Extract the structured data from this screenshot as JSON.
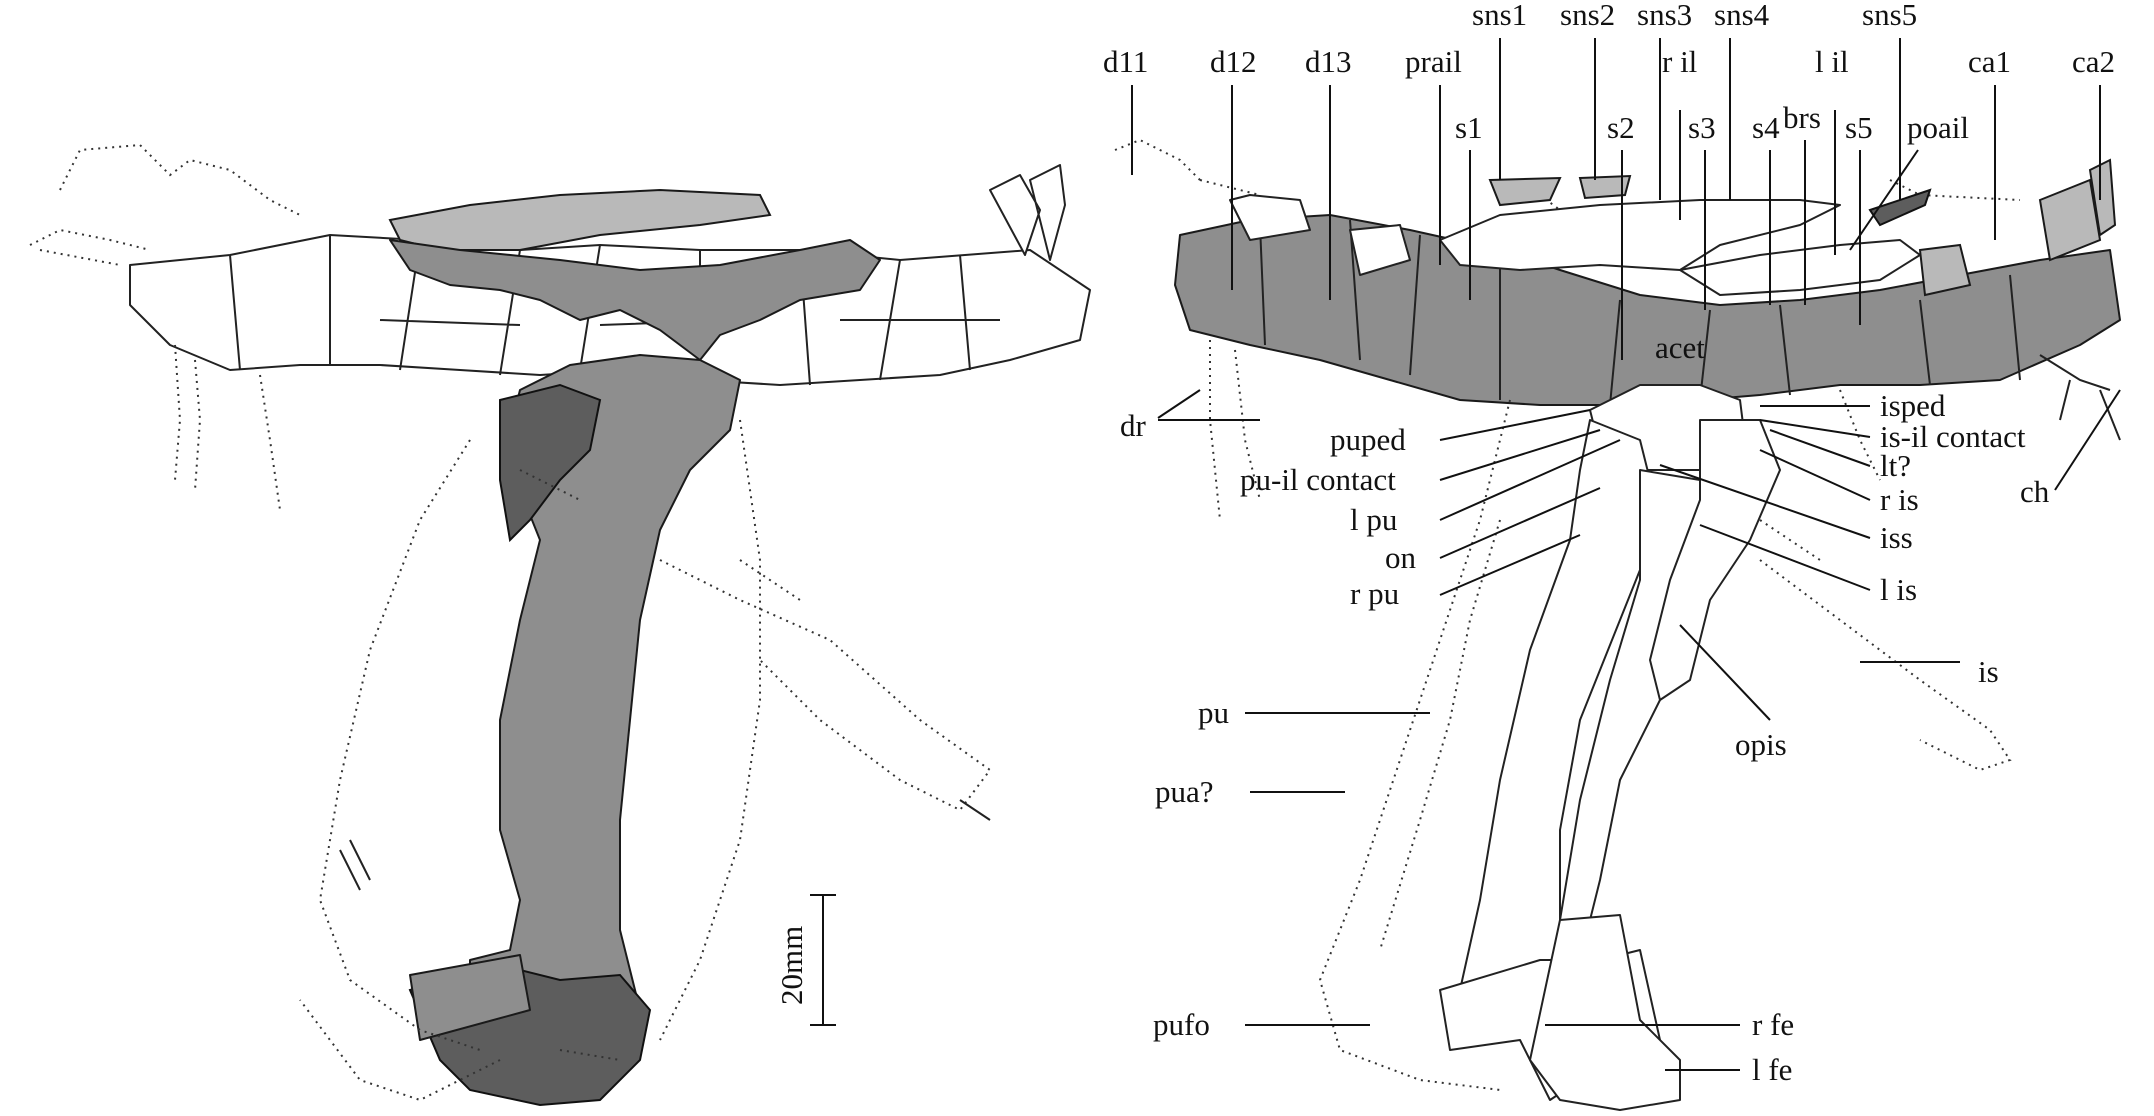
{
  "scale_bar": {
    "label": "20mm"
  },
  "labels": [
    {
      "id": "d11",
      "text": "d11"
    },
    {
      "id": "d12",
      "text": "d12"
    },
    {
      "id": "d13",
      "text": "d13"
    },
    {
      "id": "prail",
      "text": "prail"
    },
    {
      "id": "sns1",
      "text": "sns1"
    },
    {
      "id": "sns2",
      "text": "sns2"
    },
    {
      "id": "sns3",
      "text": "sns3"
    },
    {
      "id": "sns4",
      "text": "sns4"
    },
    {
      "id": "sns5",
      "text": "sns5"
    },
    {
      "id": "r-il",
      "text": "r il"
    },
    {
      "id": "l-il",
      "text": "l il"
    },
    {
      "id": "brs",
      "text": "brs"
    },
    {
      "id": "ca1",
      "text": "ca1"
    },
    {
      "id": "ca2",
      "text": "ca2"
    },
    {
      "id": "s1",
      "text": "s1"
    },
    {
      "id": "s2",
      "text": "s2"
    },
    {
      "id": "s3",
      "text": "s3"
    },
    {
      "id": "s4",
      "text": "s4"
    },
    {
      "id": "s5",
      "text": "s5"
    },
    {
      "id": "poail",
      "text": "poail"
    },
    {
      "id": "acet",
      "text": "acet"
    },
    {
      "id": "dr",
      "text": "dr"
    },
    {
      "id": "puped",
      "text": "puped"
    },
    {
      "id": "pu-il-contact",
      "text": "pu-il contact"
    },
    {
      "id": "l-pu",
      "text": "l pu"
    },
    {
      "id": "on",
      "text": "on"
    },
    {
      "id": "r-pu",
      "text": "r pu"
    },
    {
      "id": "isped",
      "text": "isped"
    },
    {
      "id": "is-il-contact",
      "text": "is-il contact"
    },
    {
      "id": "lt",
      "text": "lt?"
    },
    {
      "id": "r-is",
      "text": "r is"
    },
    {
      "id": "iss",
      "text": "iss"
    },
    {
      "id": "l-is",
      "text": "l is"
    },
    {
      "id": "ch",
      "text": "ch"
    },
    {
      "id": "is",
      "text": "is"
    },
    {
      "id": "opis",
      "text": "opis"
    },
    {
      "id": "pu",
      "text": "pu"
    },
    {
      "id": "pua",
      "text": "pua?"
    },
    {
      "id": "pufo",
      "text": "pufo"
    },
    {
      "id": "r-fe",
      "text": "r fe"
    },
    {
      "id": "l-fe",
      "text": "l fe"
    }
  ]
}
